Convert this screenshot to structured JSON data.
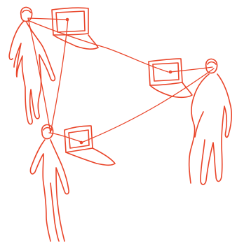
{
  "drawing": {
    "ink_color": "#E9452A",
    "people": [
      {
        "name": "top-left-person"
      },
      {
        "name": "bottom-person"
      },
      {
        "name": "right-person"
      }
    ],
    "laptops": [
      {
        "name": "top-laptop"
      },
      {
        "name": "right-laptop"
      },
      {
        "name": "bottom-laptop"
      }
    ]
  }
}
